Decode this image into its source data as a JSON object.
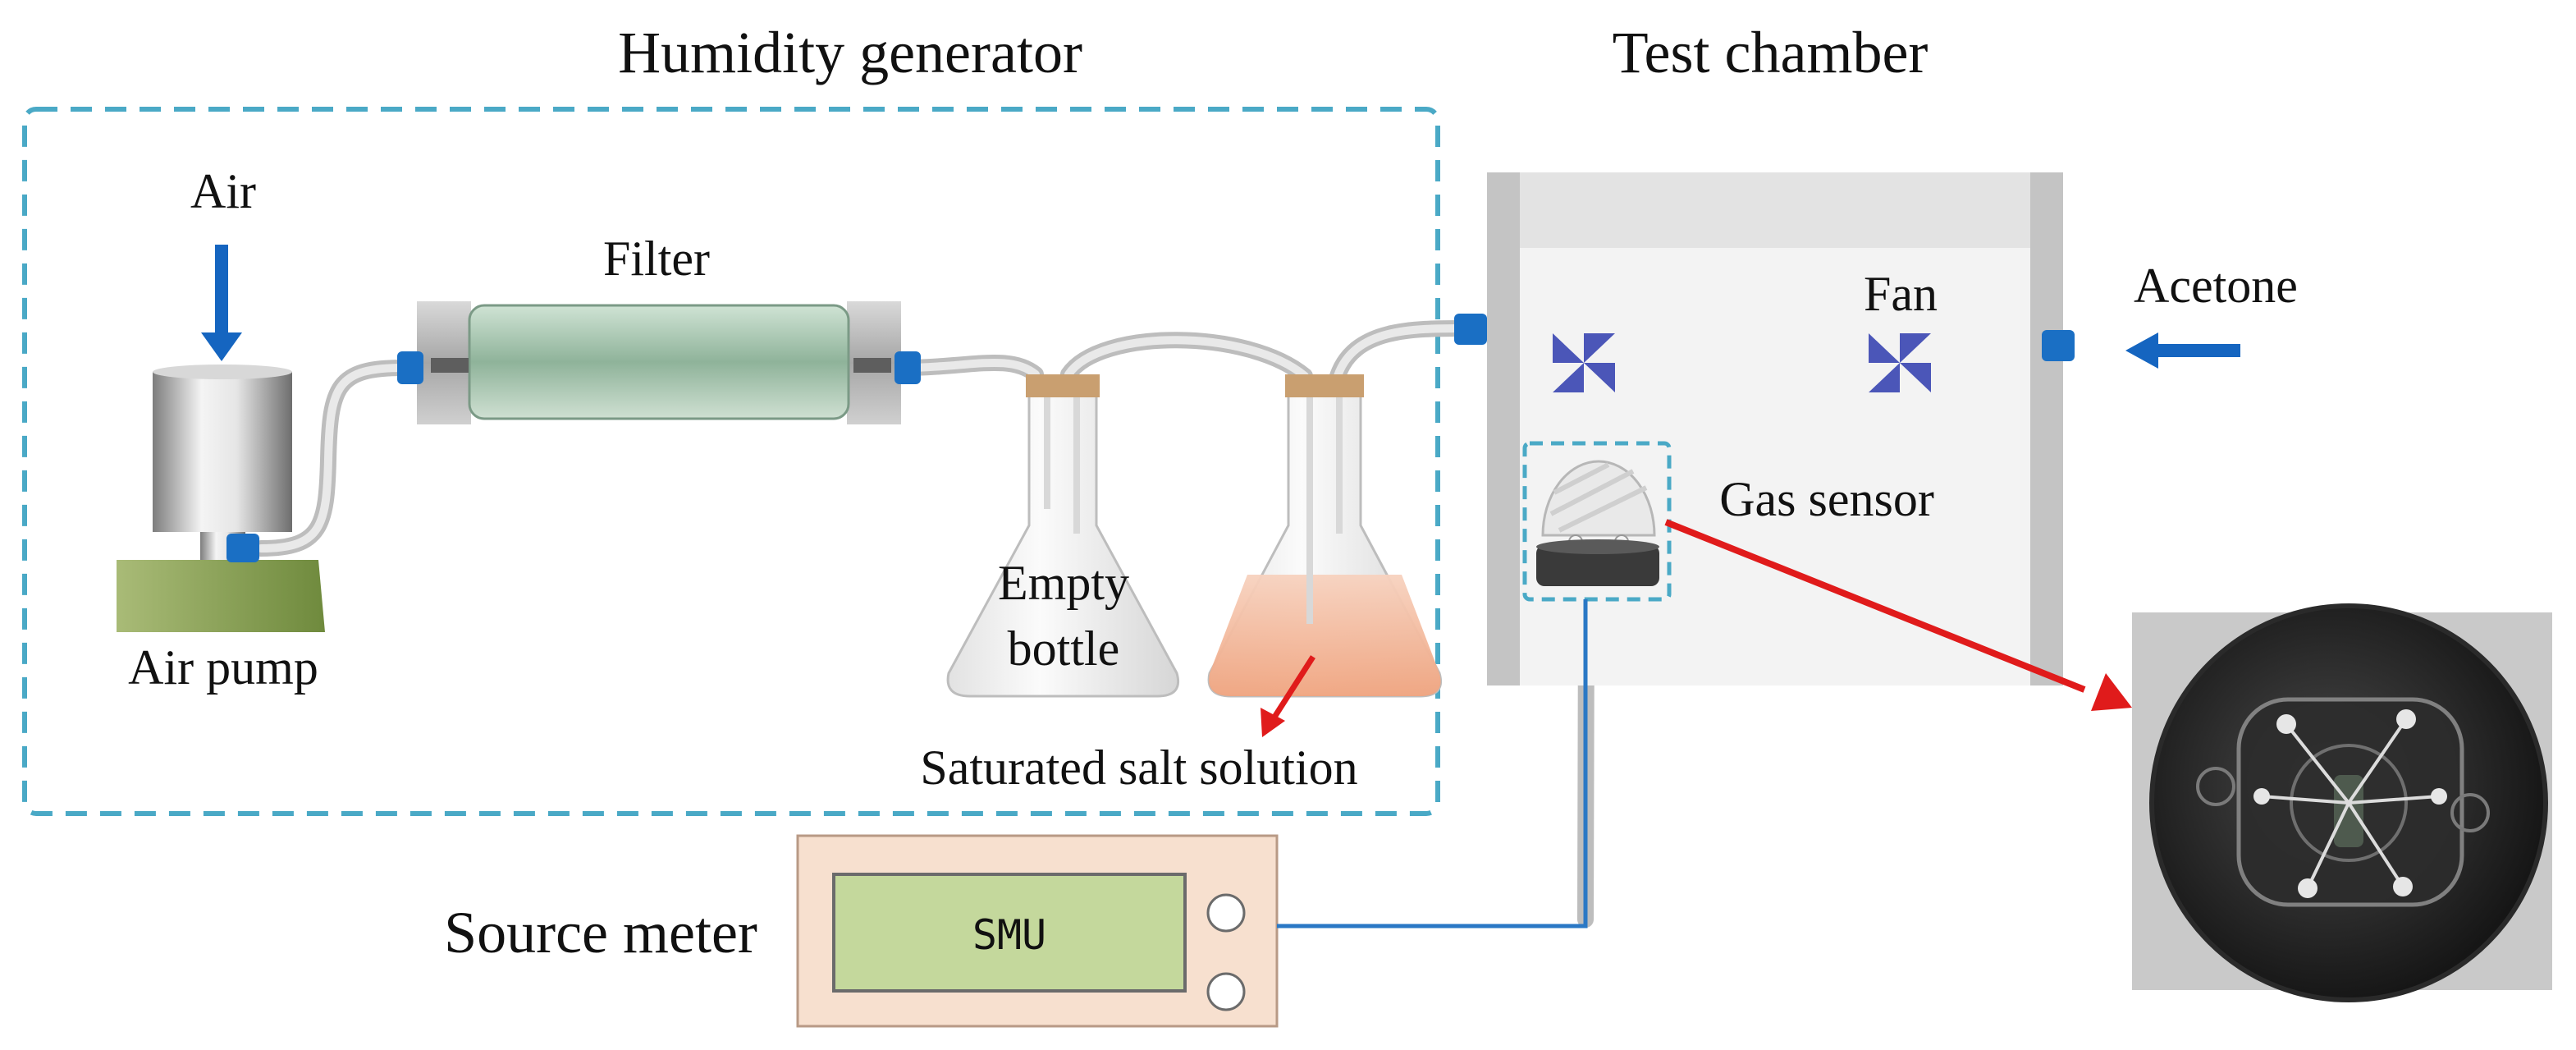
{
  "labels": {
    "humidity_generator": "Humidity generator",
    "test_chamber": "Test chamber",
    "air": "Air",
    "filter": "Filter",
    "air_pump": "Air  pump",
    "empty_bottle_line1": "Empty",
    "empty_bottle_line2": "bottle",
    "saturated_salt_solution": "Saturated salt solution",
    "fan": "Fan",
    "acetone": "Acetone",
    "gas_sensor": "Gas sensor",
    "source_meter": "Source meter",
    "smu": "SMU"
  },
  "colors": {
    "dashed_border": "#4aa9c6",
    "arrow_blue": "#1565c0",
    "arrow_red": "#e01b1b",
    "connector_blue": "#1a6fc4",
    "pump_base": "#7f9a4a",
    "filter_tube": "#a7c8b0",
    "meter_body": "#f7e0cf",
    "smu_screen": "#c4d89c",
    "fan": "#4b56b8",
    "chamber_wall": "#c4c4c4",
    "solution": "#f2b08f"
  }
}
